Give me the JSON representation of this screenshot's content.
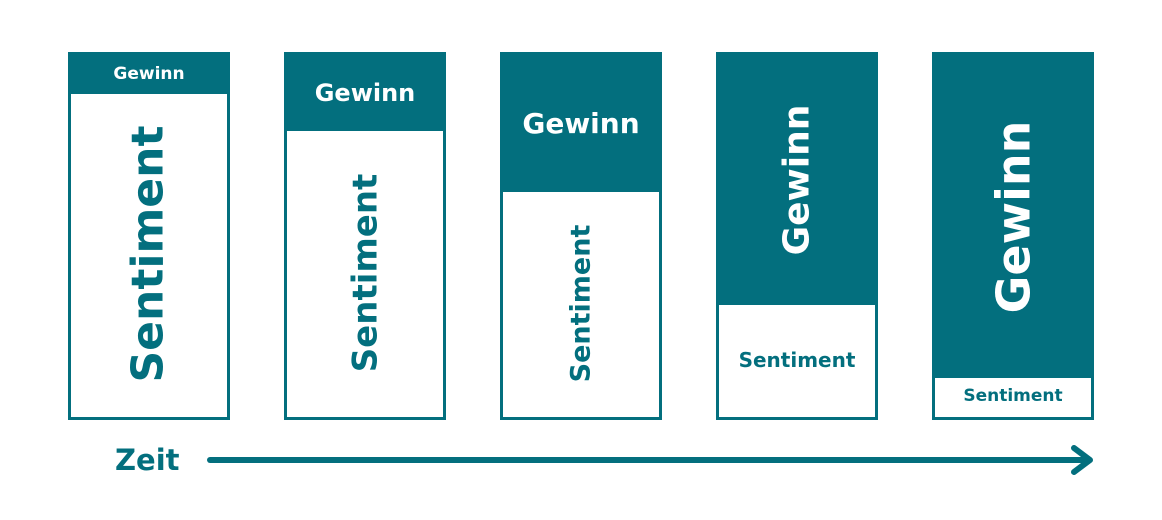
{
  "colors": {
    "teal": "#036f7e",
    "background": "#ffffff"
  },
  "bars": [
    {
      "top_label": "Gewinn",
      "bottom_label": "Sentiment",
      "gewinn_fraction": 0.1
    },
    {
      "top_label": "Gewinn",
      "bottom_label": "Sentiment",
      "gewinn_fraction": 0.21
    },
    {
      "top_label": "Gewinn",
      "bottom_label": "Sentiment",
      "gewinn_fraction": 0.38
    },
    {
      "top_label": "Gewinn",
      "bottom_label": "Sentiment",
      "gewinn_fraction": 0.68
    },
    {
      "top_label": "Gewinn",
      "bottom_label": "Sentiment",
      "gewinn_fraction": 0.88
    }
  ],
  "axis": {
    "label": "Zeit"
  }
}
